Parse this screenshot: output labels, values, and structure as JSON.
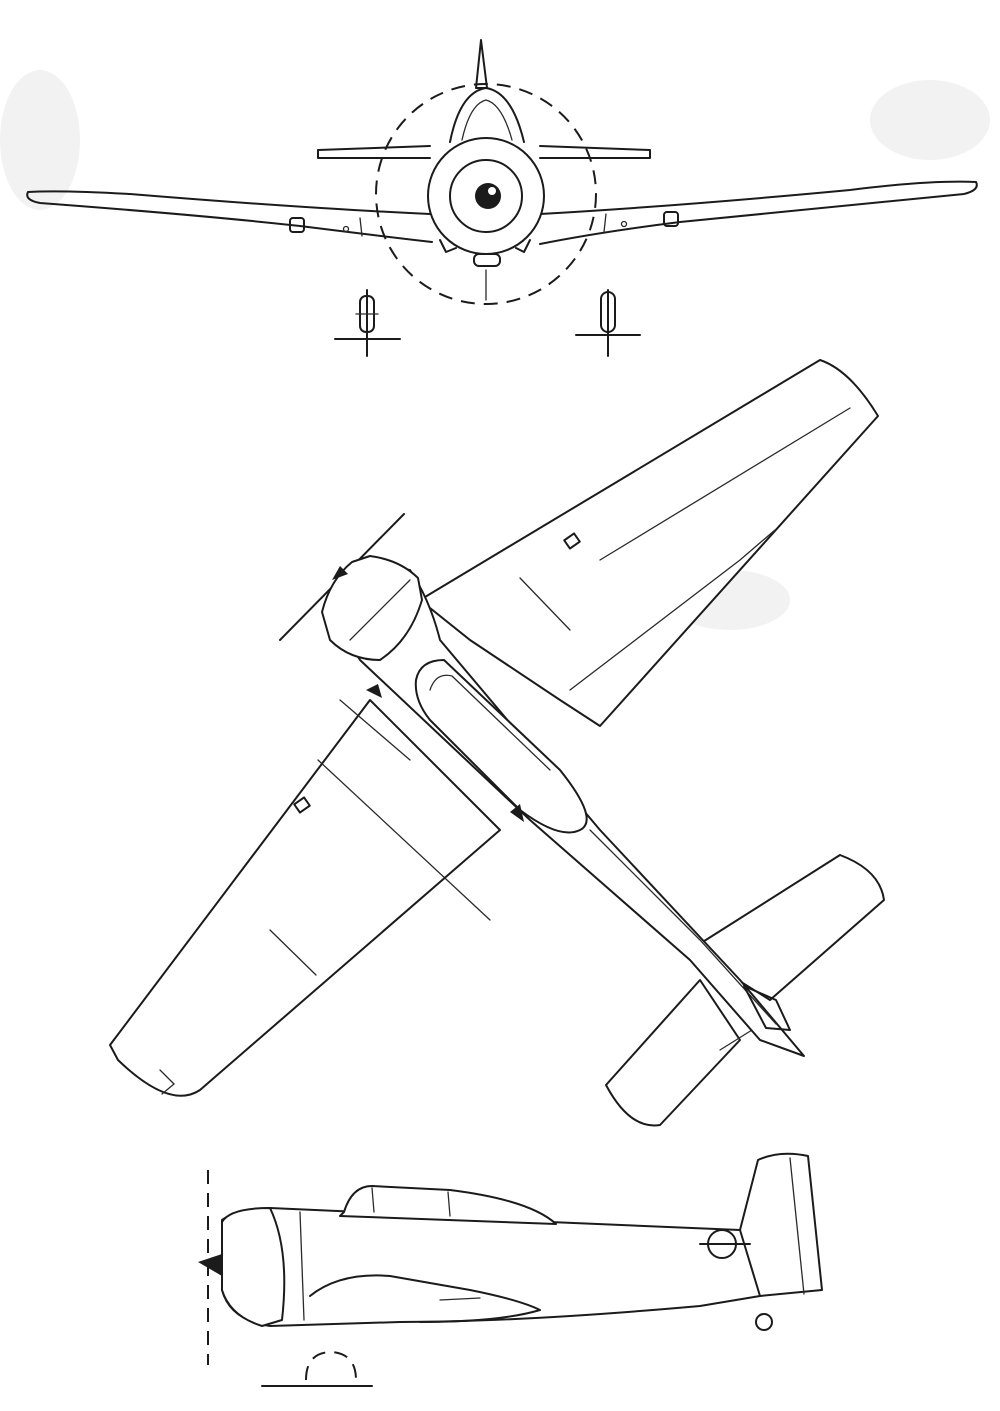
{
  "drawing": {
    "views": [
      "front-view",
      "plan-view",
      "side-view"
    ],
    "colors": {
      "ink": "#1b1b1b",
      "paper": "#ffffff"
    }
  }
}
